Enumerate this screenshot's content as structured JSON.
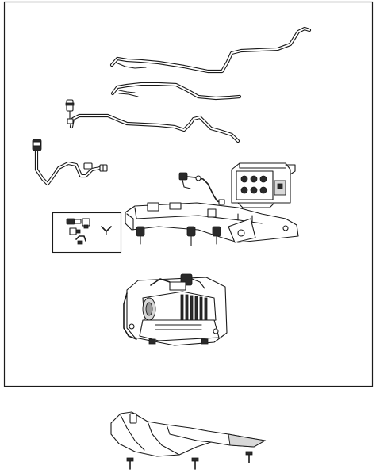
{
  "diagram": {
    "main_frame": "parts-group-frame",
    "parts": [
      "upper-air-line",
      "middle-air-line",
      "lower-air-line-with-fitting",
      "compressor-air-hose",
      "wiring-harness-pigtail",
      "solenoid-valve-block",
      "mounting-bracket-assembly",
      "fitting-kit-inset",
      "air-compressor-assembly",
      "shield-bracket",
      "mounting-bolts"
    ]
  }
}
